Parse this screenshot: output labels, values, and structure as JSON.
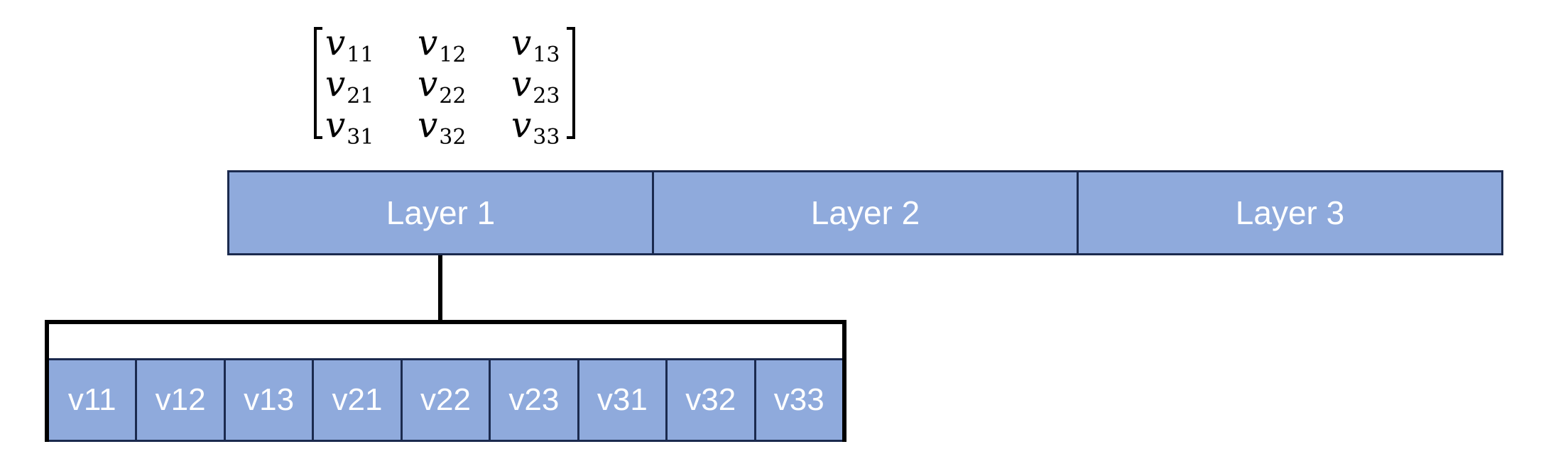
{
  "matrix": {
    "rows": [
      [
        {
          "base": "v",
          "sub": "11"
        },
        {
          "base": "v",
          "sub": "12"
        },
        {
          "base": "v",
          "sub": "13"
        }
      ],
      [
        {
          "base": "v",
          "sub": "21"
        },
        {
          "base": "v",
          "sub": "22"
        },
        {
          "base": "v",
          "sub": "23"
        }
      ],
      [
        {
          "base": "v",
          "sub": "31"
        },
        {
          "base": "v",
          "sub": "32"
        },
        {
          "base": "v",
          "sub": "33"
        }
      ]
    ]
  },
  "layers": [
    "Layer 1",
    "Layer 2",
    "Layer 3"
  ],
  "flat_cells": [
    "v11",
    "v12",
    "v13",
    "v21",
    "v22",
    "v23",
    "v31",
    "v32",
    "v33"
  ],
  "colors": {
    "fill": "#8faadc",
    "border": "#1b2a4e",
    "text": "#ffffff",
    "line": "#000000"
  }
}
